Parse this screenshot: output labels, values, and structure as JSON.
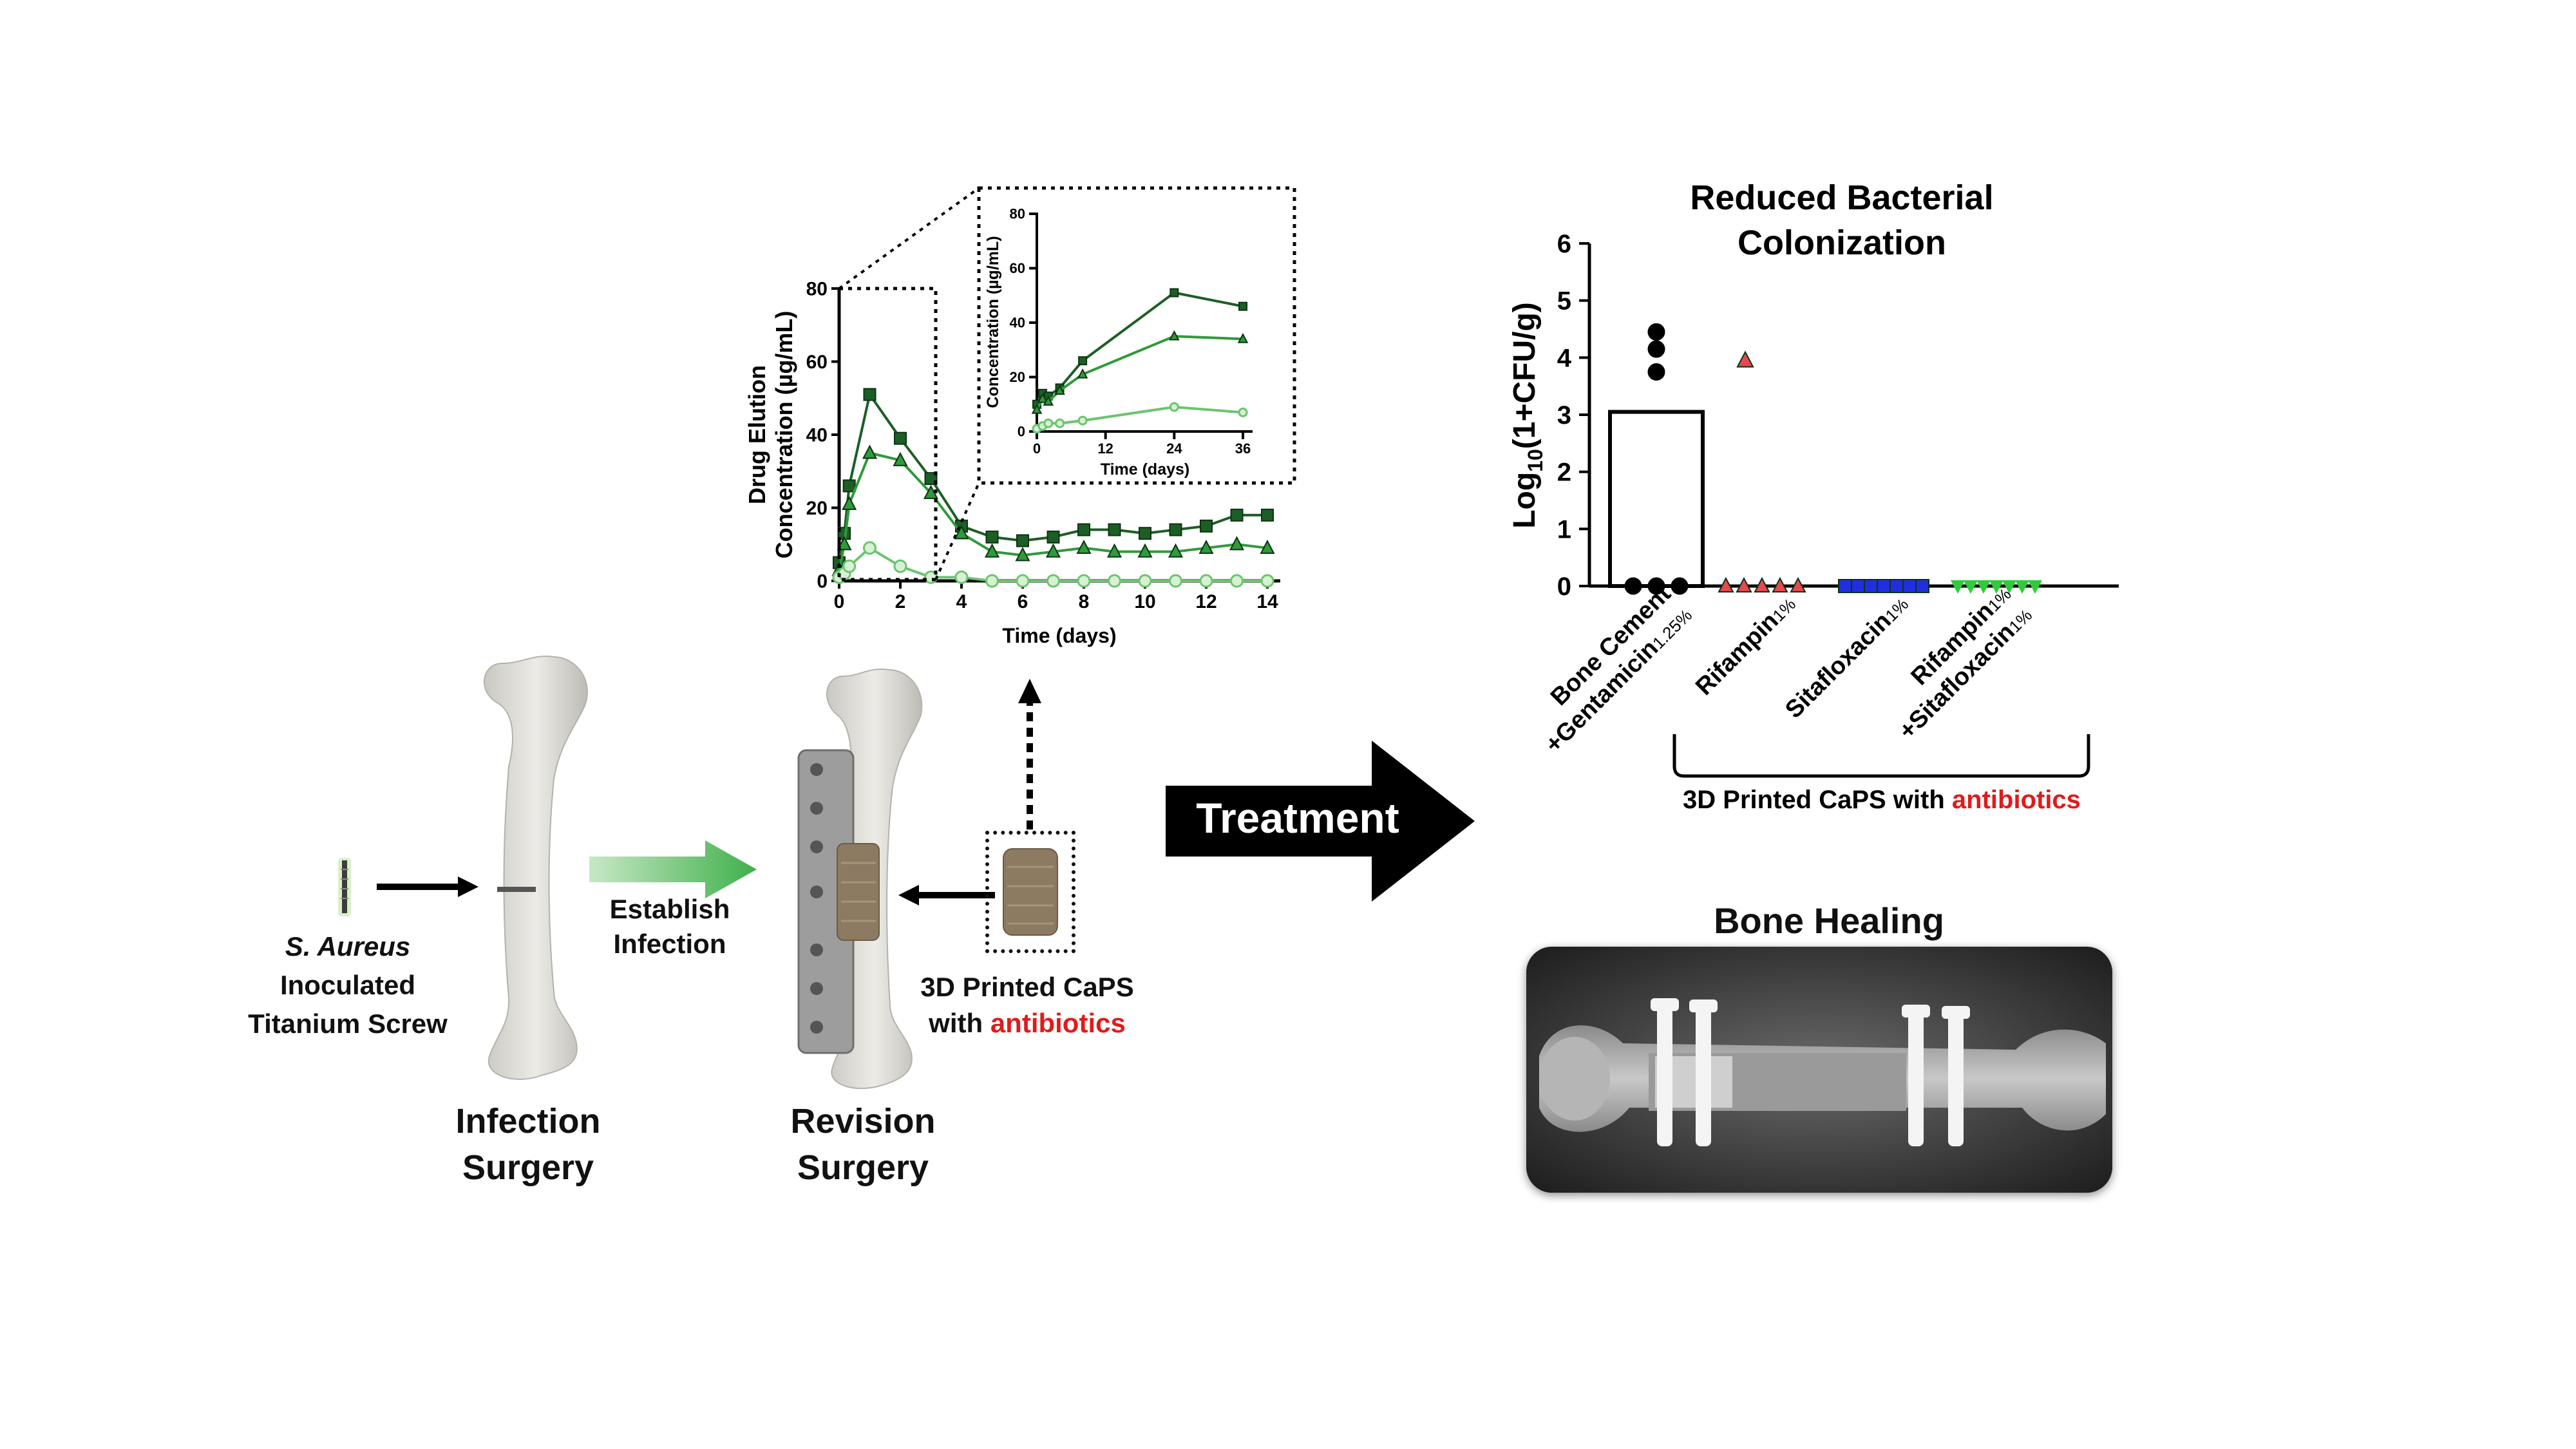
{
  "left": {
    "screw_label_italic": "S. Aureus",
    "screw_label_line2": "Inoculated",
    "screw_label_line3": "Titanium Screw",
    "establish_line1": "Establish",
    "establish_line2": "Infection",
    "infection_surgery_line1": "Infection",
    "infection_surgery_line2": "Surgery",
    "revision_surgery_line1": "Revision",
    "revision_surgery_line2": "Surgery",
    "caps_line1": "3D Printed CaPS",
    "caps_line2_prefix": "with ",
    "caps_line2_red": "antibiotics",
    "treatment": "Treatment",
    "colors": {
      "accent_green": "#3fb04a",
      "highlight_red": "#e01b1b"
    }
  },
  "bone_healing_title": "Bone Healing",
  "chart_data": [
    {
      "type": "line",
      "id": "elution-main",
      "xlabel": "Time (days)",
      "ylabel_line1": "Drug Elution",
      "ylabel_line2": "Concentration (µg/mL)",
      "xlim": [
        0,
        14
      ],
      "ylim": [
        0,
        80
      ],
      "xticks": [
        "0",
        "2",
        "4",
        "6",
        "8",
        "10",
        "12",
        "14"
      ],
      "yticks": [
        "0",
        "20",
        "40",
        "60",
        "80"
      ],
      "series": [
        {
          "color": "#1d5e26",
          "marker": "square",
          "x": [
            0,
            0.17,
            0.33,
            1,
            2,
            3,
            4,
            5,
            6,
            7,
            8,
            9,
            10,
            11,
            12,
            13,
            14
          ],
          "y": [
            5,
            13,
            26,
            51,
            39,
            28,
            15,
            12,
            11,
            12,
            14,
            14,
            13,
            14,
            15,
            18,
            18
          ]
        },
        {
          "color": "#2f9a3a",
          "marker": "triangle",
          "x": [
            0,
            0.17,
            0.33,
            1,
            2,
            3,
            4,
            5,
            6,
            7,
            8,
            9,
            10,
            11,
            12,
            13,
            14
          ],
          "y": [
            3,
            10,
            21,
            35,
            33,
            24,
            13,
            8,
            7,
            8,
            9,
            8,
            8,
            8,
            9,
            10,
            9
          ]
        },
        {
          "color": "#6cc46f",
          "marker": "circle",
          "x": [
            0,
            0.17,
            0.33,
            1,
            2,
            3,
            4,
            5,
            6,
            7,
            8,
            9,
            10,
            11,
            12,
            13,
            14
          ],
          "y": [
            1,
            2,
            4,
            9,
            4,
            1,
            1,
            0,
            0,
            0,
            0,
            0,
            0,
            0,
            0,
            0,
            0
          ]
        }
      ]
    },
    {
      "type": "line",
      "id": "elution-inset",
      "xlabel": "Time (days)",
      "ylabel": "Concentration (µg/mL)",
      "xlim": [
        0,
        36
      ],
      "ylim": [
        0,
        80
      ],
      "xticks": [
        "0",
        "12",
        "24",
        "36"
      ],
      "yticks": [
        "0",
        "20",
        "40",
        "60",
        "80"
      ],
      "series": [
        {
          "color": "#1d5e26",
          "marker": "square",
          "x": [
            0,
            1,
            2,
            4,
            8,
            24,
            36
          ],
          "y": [
            10,
            14,
            13,
            16,
            26,
            51,
            46
          ]
        },
        {
          "color": "#2f9a3a",
          "marker": "triangle",
          "x": [
            0,
            1,
            2,
            4,
            8,
            24,
            36
          ],
          "y": [
            8,
            12,
            11,
            15,
            21,
            35,
            34
          ]
        },
        {
          "color": "#6cc46f",
          "marker": "circle",
          "x": [
            0,
            1,
            2,
            4,
            8,
            24,
            36
          ],
          "y": [
            1,
            2,
            3,
            3,
            4,
            9,
            7
          ]
        }
      ]
    },
    {
      "type": "scatter",
      "id": "colonization",
      "title_line1": "Reduced Bacterial",
      "title_line2": "Colonization",
      "ylabel": "Log10(1+CFU/g)",
      "ylim": [
        0,
        6
      ],
      "yticks": [
        "0",
        "1",
        "2",
        "3",
        "4",
        "5",
        "6"
      ],
      "bar": {
        "category_index": 0,
        "value": 3.05
      },
      "categories": [
        {
          "line1": "Bone Cement",
          "line2": "+Gentamicin",
          "line2_sub": "1.25%",
          "sub1": ""
        },
        {
          "line1": "Rifampin",
          "sub1": "1%"
        },
        {
          "line1": "Sitafloxacin",
          "sub1": "1%"
        },
        {
          "line1": "Rifampin",
          "sub1": "1%",
          "line2": "+Sitafloxacin",
          "line2_sub": "1%"
        }
      ],
      "series": [
        {
          "color": "#000000",
          "marker": "circle",
          "values": [
            4.45,
            4.15,
            3.75,
            0,
            0,
            0
          ]
        },
        {
          "color": "#e8484f",
          "marker": "triangle",
          "values": [
            3.95,
            0,
            0,
            0,
            0,
            0
          ]
        },
        {
          "color": "#1f2fe0",
          "marker": "square",
          "values": [
            0,
            0,
            0,
            0,
            0,
            0,
            0
          ]
        },
        {
          "color": "#2ecc3a",
          "marker": "triangle-down",
          "values": [
            0,
            0,
            0,
            0,
            0,
            0,
            0
          ]
        }
      ],
      "bracket_label_prefix": "3D Printed CaPS with ",
      "bracket_label_red": "antibiotics"
    }
  ]
}
